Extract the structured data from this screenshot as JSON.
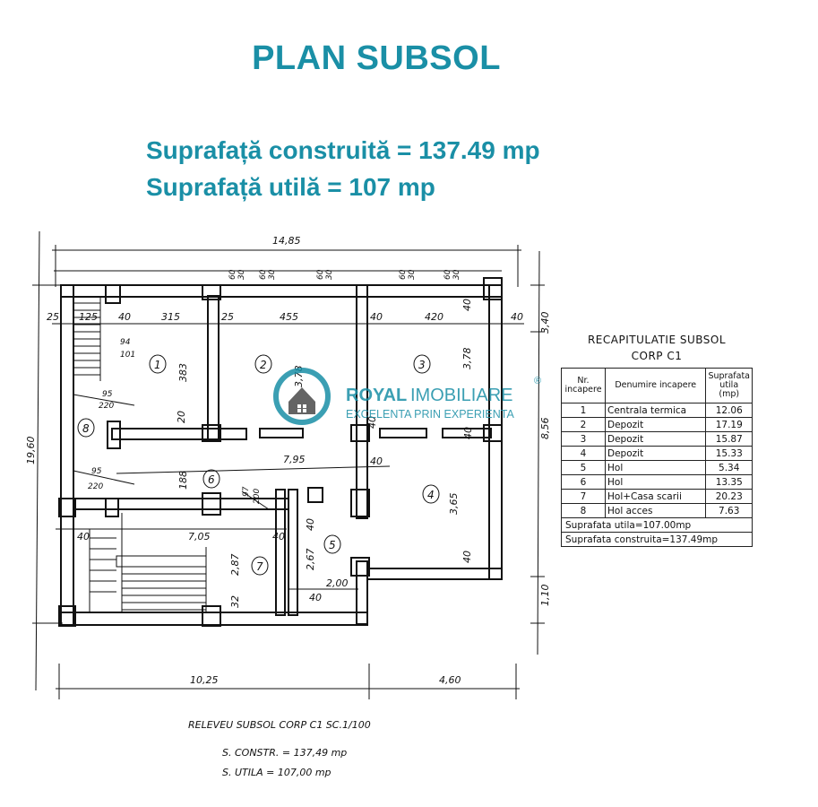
{
  "title": "PLAN SUBSOL",
  "summary": {
    "built_area": "Suprafață construită = 137.49 mp",
    "useful_area": "Suprafață utilă = 107 mp"
  },
  "watermark": {
    "brand_bold": "ROYAL",
    "brand_light": "IMOBILIARE",
    "tagline": "EXCELENTA PRIN EXPERIENTA",
    "registered": "®",
    "accent_color": "#1a8fa6",
    "icon": "house-in-ring-icon"
  },
  "plan": {
    "dimensions": {
      "total_width": "14,85",
      "total_height": "19,60",
      "right_top": "3,40",
      "right_mid": "8,56",
      "right_bottom": "1,10",
      "bottom_left": "10,25",
      "bottom_right": "4,60",
      "d25a": "25",
      "d125": "125",
      "d40a": "40",
      "d315": "315",
      "d25b": "25",
      "d455": "455",
      "d40b": "40",
      "d420": "420",
      "d40c": "40",
      "d40d": "40",
      "d383": "383",
      "d378a": "3,78",
      "d378b": "3,78",
      "d20": "20",
      "d795": "7,95",
      "d40e": "40",
      "d188": "188",
      "d365": "3,65",
      "d40f": "40",
      "d705": "7,05",
      "d40g": "40",
      "d40h": "40",
      "d287": "2,87",
      "d267": "2,67",
      "d32": "32",
      "d40i": "40",
      "d200": "2,00",
      "d40j": "40",
      "d40k": "40",
      "d40l": "40",
      "w94": "94",
      "w101": "101",
      "w95a": "95",
      "w220a": "220",
      "w95b": "95",
      "w220b": "220",
      "w97": "97",
      "w200": "200",
      "w60": "60",
      "w30": "30"
    },
    "rooms": [
      "1",
      "2",
      "3",
      "4",
      "5",
      "6",
      "7",
      "8"
    ],
    "caption": {
      "line1": "RELEVEU SUBSOL CORP C1  SC.1/100",
      "line2": "S. CONSTR. = 137,49 mp",
      "line3": "S. UTILA = 107,00 mp"
    }
  },
  "recap": {
    "title": "RECAPITULATIE SUBSOL",
    "subtitle": "CORP C1",
    "headers": [
      "Nr. incapere",
      "Denumire incapere",
      "Suprafata utila (mp)"
    ],
    "rows": [
      {
        "nr": "1",
        "name": "Centrala termica",
        "area": "12.06"
      },
      {
        "nr": "2",
        "name": "Depozit",
        "area": "17.19"
      },
      {
        "nr": "3",
        "name": "Depozit",
        "area": "15.87"
      },
      {
        "nr": "4",
        "name": "Depozit",
        "area": "15.33"
      },
      {
        "nr": "5",
        "name": "Hol",
        "area": "5.34"
      },
      {
        "nr": "6",
        "name": "Hol",
        "area": "13.35"
      },
      {
        "nr": "7",
        "name": "Hol+Casa scarii",
        "area": "20.23"
      },
      {
        "nr": "8",
        "name": "Hol acces",
        "area": "7.63"
      }
    ],
    "useful_total": "Suprafata utila=107.00mp",
    "built_total": "Suprafata construita=137.49mp"
  }
}
